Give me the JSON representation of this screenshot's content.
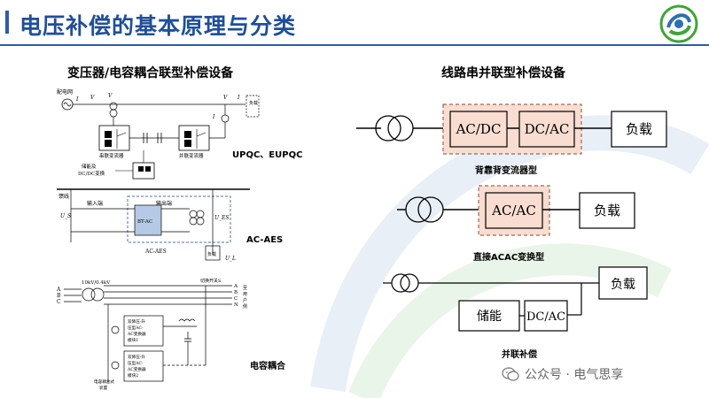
{
  "header": {
    "title": "电压补偿的基本原理与分类"
  },
  "left": {
    "section_title": "变压器/电容耦合联型补偿设备",
    "captions": {
      "upqc": "UPQC、EUPQC",
      "acaes": "AC-AES",
      "cap": "电容耦合"
    },
    "fig1": {
      "grid": "配电网",
      "series_conv": "串联变流器",
      "shunt_conv": "并联变流器",
      "storage": "储能及",
      "dcdc": "DC/DC变换",
      "load": "负载",
      "labels": [
        "I_s",
        "V_s",
        "V_c",
        "V_L",
        "I_L",
        "I_sh"
      ]
    },
    "fig2": {
      "feeder": "馈线",
      "input": "输入端",
      "output": "输出端",
      "module": "BT-AC",
      "name": "AC-AES",
      "load": "负载",
      "vs": "U_S",
      "ves": "U_ES",
      "vl": "U_L"
    },
    "fig3": {
      "transformer": "10kV/0.4kV",
      "switch": "切换开关S",
      "phases_in": [
        "A",
        "B",
        "C"
      ],
      "phases_out": [
        "A",
        "B",
        "C",
        "N"
      ],
      "load_side": [
        "至",
        "用",
        "户",
        "侧"
      ],
      "module1": [
        "双降压-升",
        "压型AC-",
        "AC变换器",
        "模块1"
      ],
      "module2": [
        "双降压-升",
        "压型AC-",
        "AC变换器",
        "模块2"
      ],
      "coupling": [
        "电容耦合式",
        "装置"
      ]
    }
  },
  "right": {
    "section_title": "线路串并联型补偿设备",
    "diag1": {
      "box1": "AC/DC",
      "box2": "DC/AC",
      "load": "负载",
      "caption": "背靠背变流器型"
    },
    "diag2": {
      "box": "AC/AC",
      "load": "负载",
      "caption": "直接ACAC变换型"
    },
    "diag3": {
      "load": "负载",
      "storage": "储能",
      "conv": "DC/AC",
      "caption": "并联补偿"
    }
  },
  "footer": {
    "wechat": "公众号 · 电气思享"
  },
  "colors": {
    "title_blue": "#1f4e9a",
    "accent_blue": "#2e5aa8",
    "highlight_fill": "#f8ddd0",
    "dashed_border": "#9a6a55",
    "logo_green": "#3fa535",
    "logo_blue": "#2e6fb5"
  }
}
